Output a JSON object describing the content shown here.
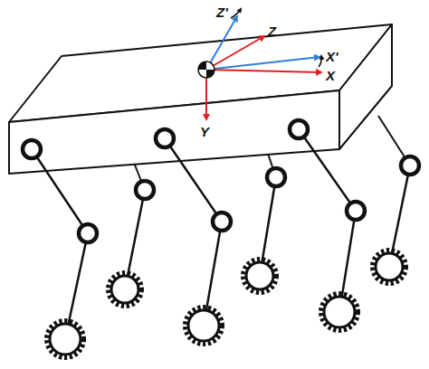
{
  "diagram": {
    "labels": [
      "Z'",
      "Z",
      "X'",
      "X",
      "Y"
    ]
  }
}
